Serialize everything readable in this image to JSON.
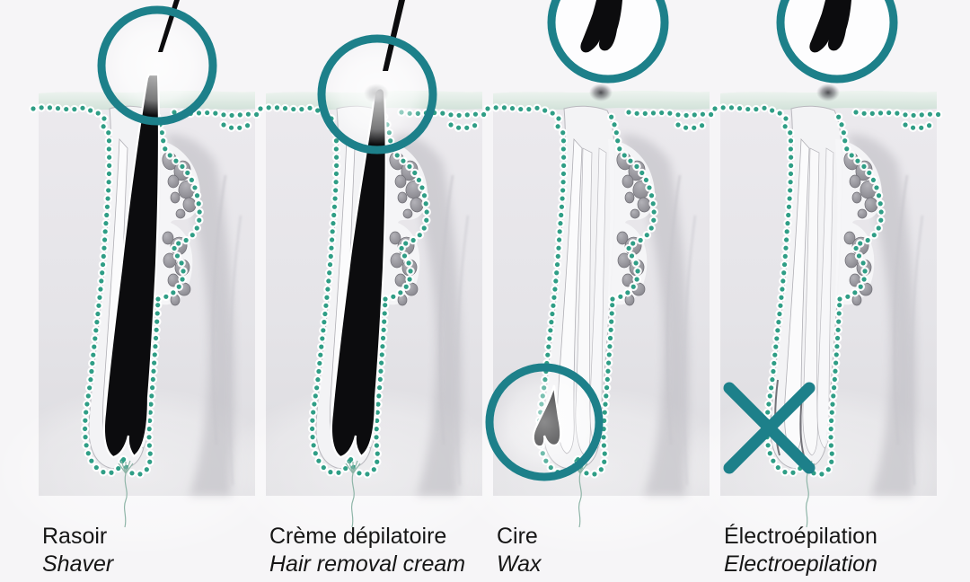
{
  "figure": {
    "description_semantic": "comparison-of-four-hair-removal-methods-skin-cross-sections"
  },
  "colors": {
    "accent_teal": "#1d808a",
    "dot_green": "#2f9e86",
    "surface_green": "#d9e7de",
    "skin_gray": "#e6e5e9",
    "gland_gray": "#94939a",
    "hair_black": "#0c0c0e",
    "background": "#f6f5f7",
    "text_color": "#161616",
    "halo_white": "#ffffff"
  },
  "panels": [
    {
      "id": "shaver",
      "label_fr": "Rasoir",
      "label_en": "Shaver",
      "icons": [
        "highlight-circle-icon",
        "cut-hair-icon"
      ],
      "depicts": "hair cut at skin surface, root intact"
    },
    {
      "id": "depilatory-cream",
      "label_fr": "Crème dépilatoire",
      "label_en": "Hair removal cream",
      "icons": [
        "highlight-circle-icon",
        "dissolved-hair-icon"
      ],
      "depicts": "hair dissolved at skin surface, root intact"
    },
    {
      "id": "wax",
      "label_fr": "Cire",
      "label_en": "Wax",
      "icons": [
        "highlight-circle-icon",
        "plucked-hair-icon",
        "regrowth-circle-icon"
      ],
      "depicts": "hair pulled out with root, follicle regrows new hair"
    },
    {
      "id": "electroepilation",
      "label_fr": "Électroépilation",
      "label_en": "Electroepilation",
      "icons": [
        "highlight-circle-icon",
        "plucked-hair-icon",
        "no-regrowth-x-icon"
      ],
      "depicts": "hair removed and root destroyed, no regrowth"
    }
  ]
}
